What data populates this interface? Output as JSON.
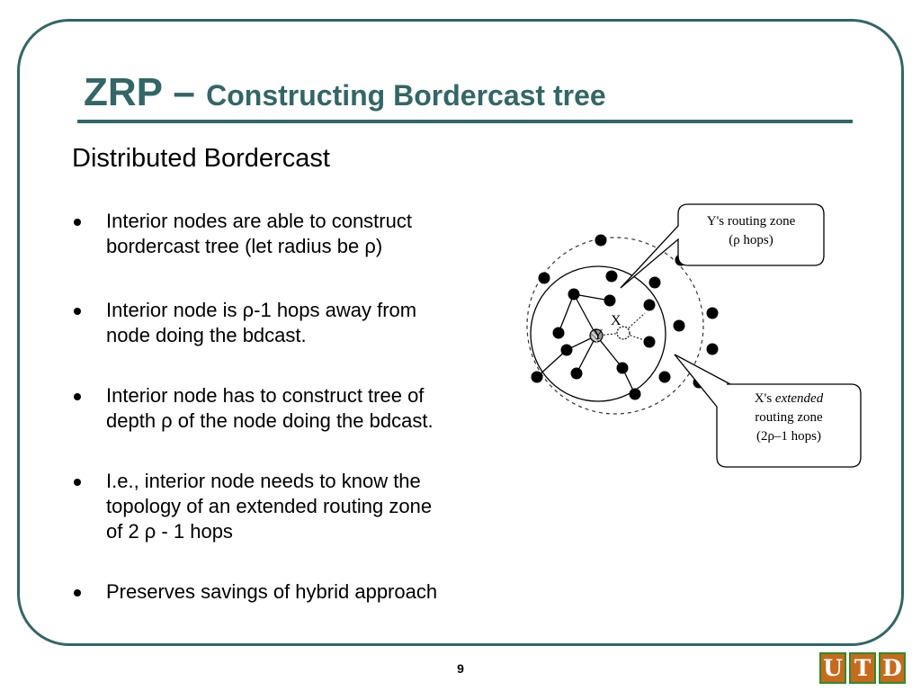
{
  "slide": {
    "title_main": "ZRP – ",
    "title_sub": "Constructing Bordercast tree",
    "subtitle": "Distributed Bordercast",
    "page_number": "9"
  },
  "bullets": [
    {
      "lines": [
        "Interior nodes are able to construct",
        "bordercast tree (let radius be ρ)"
      ]
    },
    {
      "lines": [
        "Interior node is ρ-1 hops away from",
        "node doing the bdcast."
      ]
    },
    {
      "lines": [
        "Interior node has to construct tree of",
        "depth ρ of the node doing the bdcast."
      ]
    },
    {
      "lines": [
        "I.e., interior node needs to know the",
        "topology of an extended routing zone",
        "of 2 ρ - 1 hops"
      ]
    },
    {
      "lines": [
        "Preserves savings of hybrid approach"
      ]
    }
  ],
  "diagram": {
    "callout_y": [
      "Y's routing zone",
      "(ρ hops)"
    ],
    "callout_x_line1_plain": "X's ",
    "callout_x_line1_italic": "extended",
    "callout_x_rest": [
      "routing zone",
      "(2ρ–1 hops)"
    ],
    "label_x": "X",
    "label_y": "Y"
  },
  "logo": {
    "letters": [
      "U",
      "T",
      "D"
    ]
  },
  "colors": {
    "accent": "#336666",
    "logo_fill": "#c66a1c",
    "logo_border": "#2e8b2e"
  }
}
